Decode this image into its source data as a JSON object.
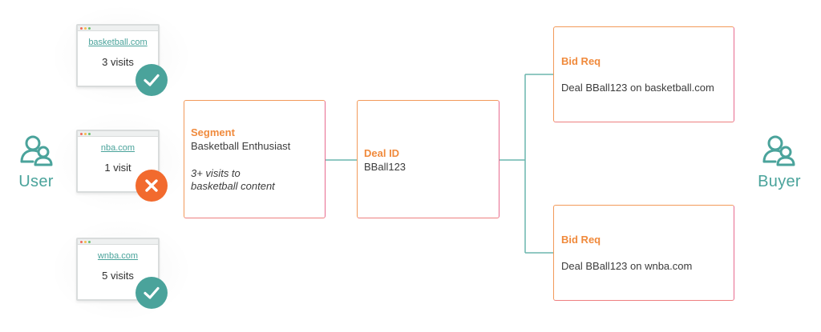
{
  "user": {
    "label": "User"
  },
  "buyer": {
    "label": "Buyer"
  },
  "sites": [
    {
      "url": "basketball.com",
      "visits": "3 visits",
      "status": "check"
    },
    {
      "url": "nba.com",
      "visits": "1 visit",
      "status": "cross"
    },
    {
      "url": "wnba.com",
      "visits": "5 visits",
      "status": "check"
    }
  ],
  "segment": {
    "title": "Segment",
    "name": "Basketball Enthusiast",
    "rule_line1": "3+ visits to",
    "rule_line2": "basketball content"
  },
  "deal": {
    "title": "Deal ID",
    "id": "BBall123"
  },
  "bid_requests": [
    {
      "title": "Bid Req",
      "text": "Deal BBall123 on basketball.com"
    },
    {
      "title": "Bid Req",
      "text": "Deal BBall123 on wnba.com"
    }
  ],
  "colors": {
    "teal": "#4aa39b",
    "orange": "#f08a3c",
    "pink": "#e86b8f",
    "cross": "#f26a2e",
    "check": "#4aa39b"
  }
}
